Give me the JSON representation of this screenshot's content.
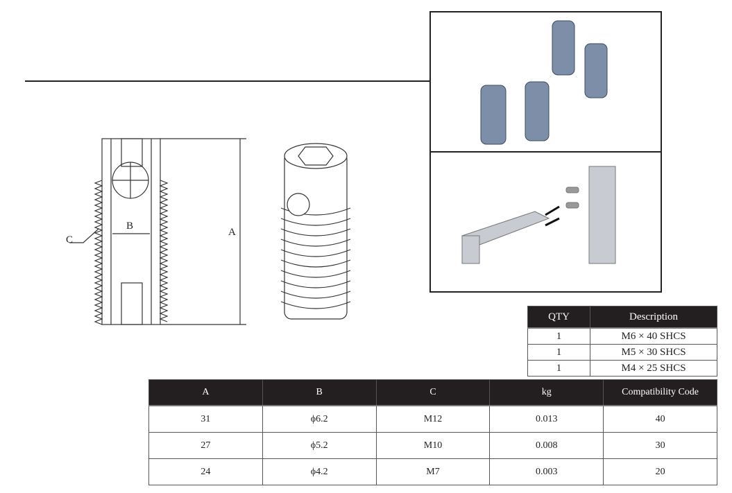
{
  "drawing": {
    "label_a": "A",
    "label_b": "B",
    "label_c": "C"
  },
  "hardware_table": {
    "headers": [
      "QTY",
      "Description"
    ],
    "rows": [
      [
        "1",
        "M6 × 40 SHCS"
      ],
      [
        "1",
        "M5 × 30 SHCS"
      ],
      [
        "1",
        "M4 × 25 SHCS"
      ]
    ]
  },
  "spec_table": {
    "headers": [
      "A",
      "B",
      "C",
      "kg",
      "Compatibility Code"
    ],
    "rows": [
      [
        "31",
        "ϕ6.2",
        "M12",
        "0.013",
        "40"
      ],
      [
        "27",
        "ϕ5.2",
        "M10",
        "0.008",
        "30"
      ],
      [
        "24",
        "ϕ4.2",
        "M7",
        "0.003",
        "20"
      ]
    ]
  }
}
